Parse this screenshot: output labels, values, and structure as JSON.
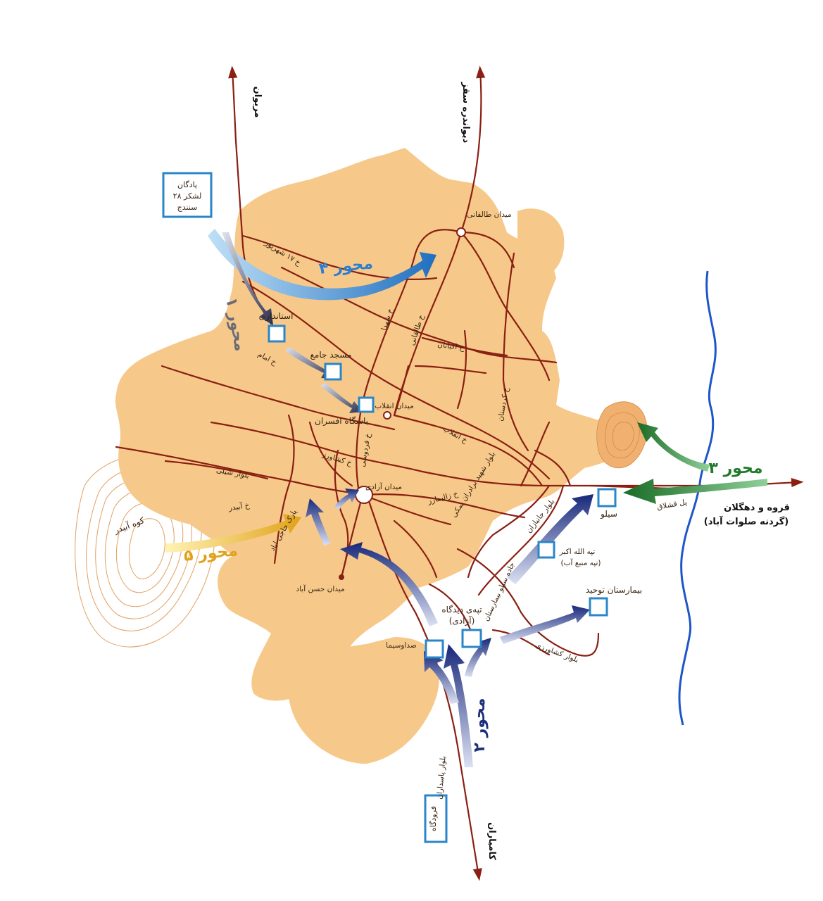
{
  "colors": {
    "city": "#f6c98a",
    "road": "#8a1f12",
    "river": "#1e56c8",
    "contour": "#e2a062",
    "box": "#2a86c8",
    "axis4": "#2a7fd0",
    "axis2": "#1d2f7a",
    "axis3": "#1f7a2a",
    "axis5": "#e0a21a",
    "axis1": "#6b6b78"
  },
  "axes": {
    "axis4": "محور ۴",
    "axis1": "محور ۱",
    "axis3": "محور ۳",
    "axis5": "محور ۵",
    "axis2": "محور ۲"
  },
  "destinations": {
    "marivan": "مریوان",
    "divandarreh": "دیواندره سقز",
    "kamyaran": "کامیاران",
    "qorveh": "قروه و دهگلان",
    "qorveh_sub": "(گردنه صلوات آباد)"
  },
  "boxes": {
    "garrison_l1": "پادگان",
    "garrison_l2": "لشکر ۲۸",
    "garrison_l3": "سنندج",
    "governorate": "استانداری",
    "mosque": "مسجد جامع",
    "officers_club": "باشگاه افسران",
    "silo": "سیلو",
    "tappeh_allahu_akbar": "تپه الله اکبر",
    "tappeh_water": "(تپه منبع آب)",
    "towhid_hospital": "بیمارستان توحید",
    "didgah_hill_l1": "تپه‌ی دیدگاه",
    "didgah_hill_l2": "(آزادی)",
    "sedavasima": "صداوسیما",
    "airport": "فرودگاه"
  },
  "places": {
    "taleghani_sq": "میدان طالقانی",
    "enghelab_sq": "میدان انقلاب",
    "azadi_sq": "میدان آزادی",
    "hasanabad_sq": "میدان حسن آباد",
    "kuh_abidar": "کوه آبیدر",
    "khazineh": "پل قشلاق"
  },
  "streets": {
    "s17shahrivar": "خ ۱۷ شهریور",
    "shohada": "خ شهدا",
    "taleghani": "خ طالقانی",
    "ekbatan": "خ اکباتان",
    "keshavarz": "خ کشاورز",
    "ferdowsi": "خ فردوسی",
    "enghelab": "خ انقلاب",
    "emam": "خ امام",
    "shili": "بلوار شیلی",
    "abidar": "خ آبیدر",
    "shohada_baradaran": "بلوار شهید برادران یمکی",
    "zarrinmarz": "خ زالیمارز",
    "janbazan": "بلوار جانبازان",
    "sheybani": "جاده سیلو بیمارستان",
    "pasdaran": "بلوار پاسداران",
    "keshtaran": "بلوار کشاورزی",
    "kurdistan": "خ کردستان",
    "haftchah": "پارک حاجی اباد"
  }
}
